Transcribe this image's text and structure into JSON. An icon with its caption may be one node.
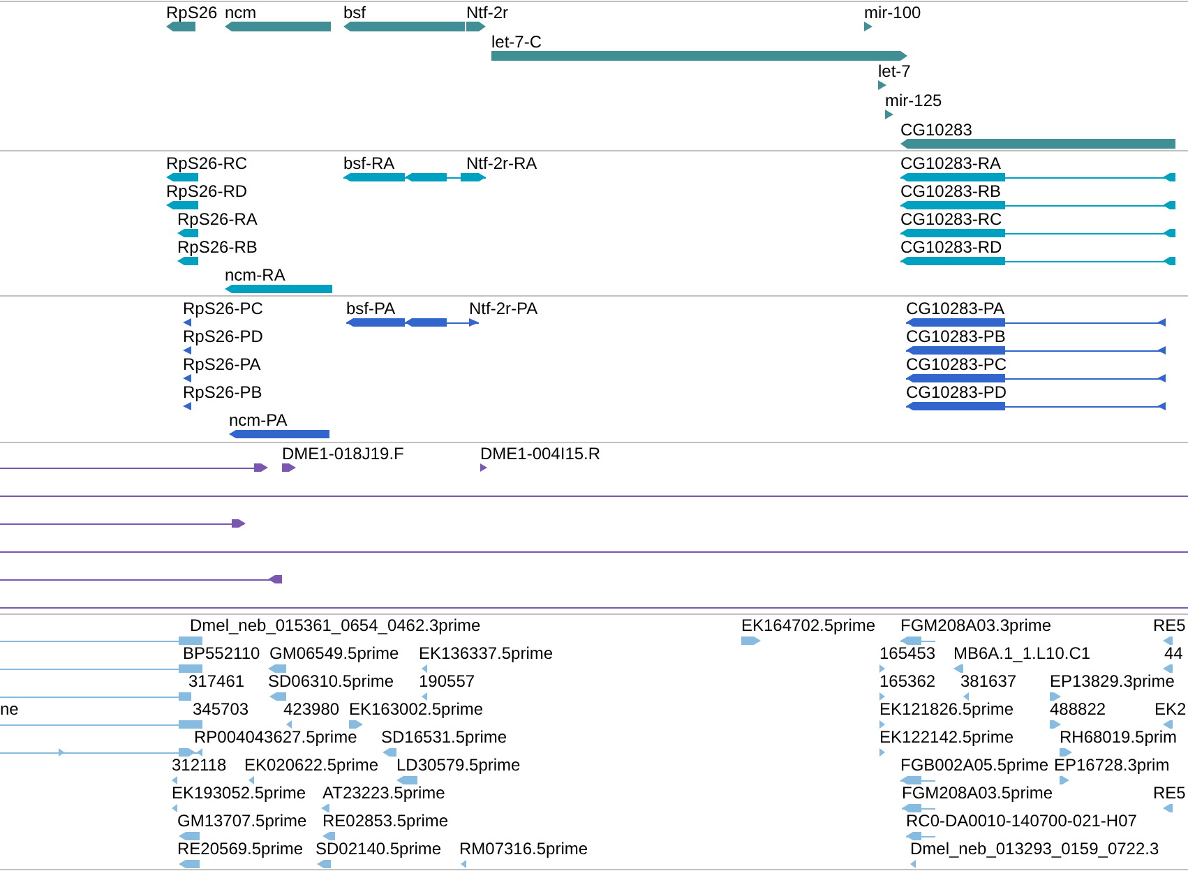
{
  "diagram": {
    "labels": [
      "RpS26",
      "ncm",
      "bsf",
      "Ntf-2r",
      "mir-100",
      "let-7-C",
      "let-7",
      "mir-125",
      "CG10283",
      "RpS26-RC",
      "bsf-RA",
      "Ntf-2r-RA",
      "CG10283-RA",
      "RpS26-RD",
      "CG10283-RB",
      "RpS26-RA",
      "CG10283-RC",
      "RpS26-RB",
      "CG10283-RD",
      "ncm-RA",
      "RpS26-PC",
      "bsf-PA",
      "Ntf-2r-PA",
      "CG10283-PA",
      "RpS26-PD",
      "CG10283-PB",
      "RpS26-PA",
      "CG10283-PC",
      "RpS26-PB",
      "CG10283-PD",
      "ncm-PA",
      "DME1-018J19.F",
      "DME1-004I15.R",
      "Dmel_neb_015361_0654_0462.3prime",
      "EK164702.5prime",
      "FGM208A03.3prime",
      "RE5",
      "BP552110",
      "GM06549.5prime",
      "EK136337.5prime",
      "165453",
      "MB6A.1_1.L10.C1",
      "44",
      "317461",
      "SD06310.5prime",
      "190557",
      "165362",
      "381637",
      "EP13829.3prime",
      "ne",
      "345703",
      "423980",
      "EK163002.5prime",
      "EK121826.5prime",
      "488822",
      "EK2",
      "RP004043627.5prime",
      "SD16531.5prime",
      "EK122142.5prime",
      "RH68019.5prim",
      "312118",
      "EK020622.5prime",
      "LD30579.5prime",
      "FGB002A05.5prime",
      "EP16728.3prim",
      "EK193052.5prime",
      "AT23223.5prime",
      "FGM208A03.5prime",
      "RE5",
      "GM13707.5prime",
      "RE02853.5prime",
      "RC0-DA0010-140700-021-H07",
      "RE20569.5prime",
      "SD02140.5prime",
      "RM07316.5prime",
      "Dmel_neb_013293_0159_0722.3"
    ]
  }
}
